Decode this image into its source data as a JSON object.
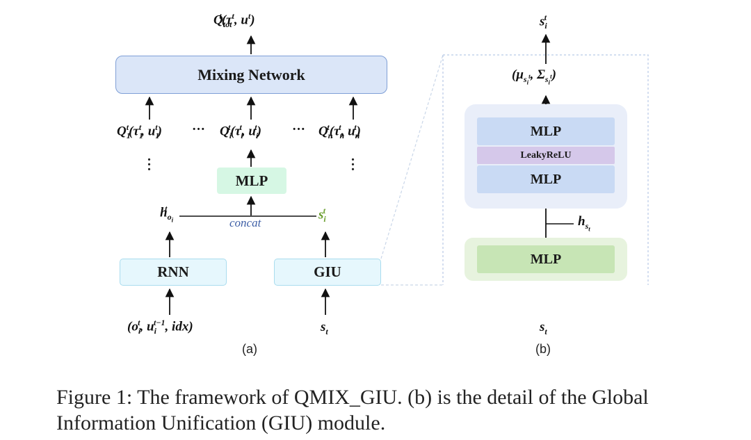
{
  "panel_a": {
    "q_tot": "Qttot(τt, ut)",
    "mixing_network_label": "Mixing Network",
    "q_1": "Qt1(τt1, ut1)",
    "q_i": "Qti(τti, uti)",
    "q_n": "Qtn(τtn, utn)",
    "hdots": "···",
    "mlp_label": "MLP",
    "h_label": "htoi",
    "concat_label": "concat",
    "s_i_label": "sti",
    "rnn_label": "RNN",
    "giu_label": "GIU",
    "rnn_input": "(oti, ut−1i, idx)",
    "s_t_label": "st",
    "sublabel": "(a)"
  },
  "panel_b": {
    "s_i_out": "sti",
    "mu_sigma": "(μsti, Σsti)",
    "mlp_top": "MLP",
    "leaky_relu": "LeakyReLU",
    "mlp_mid": "MLP",
    "h_st": "hst",
    "mlp_bottom": "MLP",
    "s_t_in": "st",
    "sublabel": "(b)"
  },
  "caption": "Figure 1: The framework of QMIX_GIU. (b) is the detail of the Global Information Unification (GIU) module.",
  "colors": {
    "mixing_fill": "#dbe6f8",
    "mlp_green": "#d6f7e4",
    "rnn_giu_fill": "#e6f7fd",
    "mlp_blue": "#c9daf4",
    "leaky_purple": "#d5c8ea",
    "mlp_bottom_green": "#c7e5b5",
    "concat_blue": "#3e5fa6",
    "s_i_green": "#6a9e2e"
  }
}
